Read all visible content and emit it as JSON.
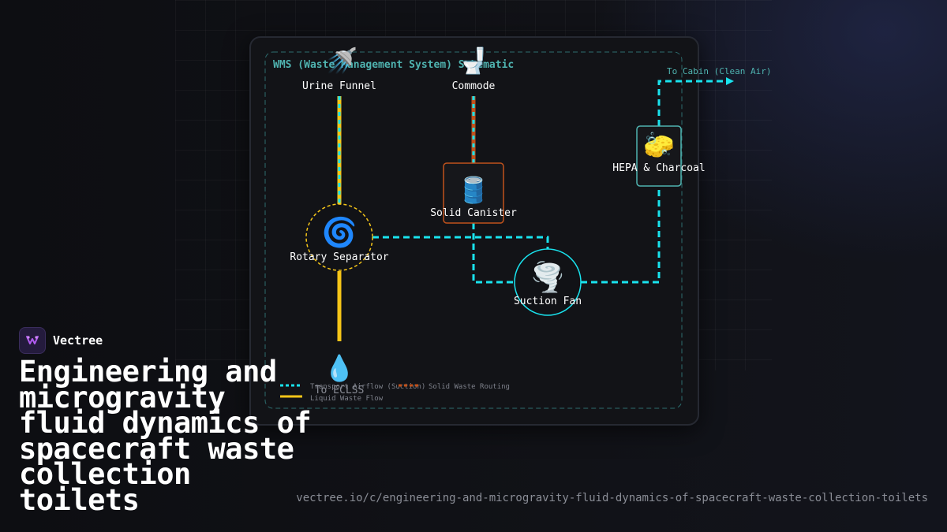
{
  "brand": {
    "name": "Vectree"
  },
  "headline": "Engineering and microgravity fluid dynamics of spacecraft waste collection toilets",
  "url": "vectree.io/c/engineering-and-microgravity-fluid-dynamics-of-spacecraft-waste-collection-toilets",
  "diagram": {
    "title": "WMS (Waste Management System) Schematic",
    "nodes": {
      "urine_funnel": {
        "label": "Urine Funnel",
        "icon": "shower-icon",
        "glyph": "🚿"
      },
      "commode": {
        "label": "Commode",
        "icon": "toilet-icon",
        "glyph": "🚽"
      },
      "solid_canister": {
        "label": "Solid Canister",
        "icon": "barrel-icon",
        "glyph": "🛢️"
      },
      "rotary_separator": {
        "label": "Rotary Separator",
        "icon": "cyclone-icon",
        "glyph": "🌀"
      },
      "suction_fan": {
        "label": "Suction Fan",
        "icon": "tornado-icon",
        "glyph": "🌪️"
      },
      "hepa_filter": {
        "label": "HEPA & Charcoal",
        "icon": "sponge-icon",
        "glyph": "🧽"
      },
      "eclss": {
        "label": "To ECLSS",
        "icon": "droplet-icon",
        "glyph": "💧"
      }
    },
    "outlet_label": "To Cabin (Clean Air)",
    "legend": [
      {
        "label": "Transport Airflow (Suction)",
        "color": "#19e3ee",
        "style": "dashed"
      },
      {
        "label": "Solid Waste Routing",
        "color": "#c0521c",
        "style": "dashed"
      },
      {
        "label": "Liquid Waste Flow",
        "color": "#f5c518",
        "style": "solid"
      }
    ],
    "colors": {
      "airflow": "#19e3ee",
      "liquid": "#f5c518",
      "solid": "#c0521c",
      "title": "#4fb3b0",
      "frame": "#2d6d6f"
    }
  }
}
